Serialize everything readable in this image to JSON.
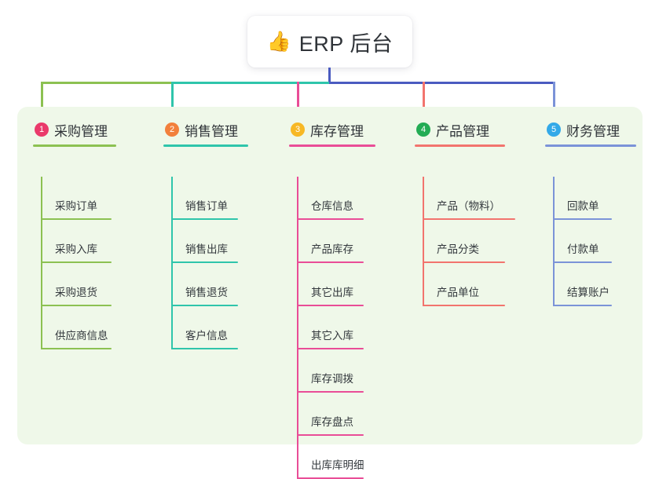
{
  "diagram": {
    "type": "org-chart",
    "title_card": {
      "icon": "thumbs-up-emoji",
      "icon_glyph": "👍",
      "text": "ERP 后台"
    },
    "panel_color": "#eff8e9",
    "page_background": "#ffffff",
    "root_connector_color": "#4a5bc0",
    "columns": [
      {
        "number": "1",
        "title": "采购管理",
        "badge_color": "#ea3a6b",
        "line_color": "#8cc152",
        "items": [
          {
            "label": "采购订单"
          },
          {
            "label": "采购入库"
          },
          {
            "label": "采购退货"
          },
          {
            "label": "供应商信息"
          }
        ]
      },
      {
        "number": "2",
        "title": "销售管理",
        "badge_color": "#f2803c",
        "line_color": "#2fc5ab",
        "items": [
          {
            "label": "销售订单"
          },
          {
            "label": "销售出库"
          },
          {
            "label": "销售退货"
          },
          {
            "label": "客户信息"
          }
        ]
      },
      {
        "number": "3",
        "title": "库存管理",
        "badge_color": "#f7b825",
        "line_color": "#e94d97",
        "items": [
          {
            "label": "仓库信息"
          },
          {
            "label": "产品库存"
          },
          {
            "label": "其它出库"
          },
          {
            "label": "其它入库"
          },
          {
            "label": "库存调拨"
          },
          {
            "label": "库存盘点"
          },
          {
            "label": "出库库明细"
          }
        ]
      },
      {
        "number": "4",
        "title": "产品管理",
        "badge_color": "#23ac54",
        "line_color": "#f2746e",
        "items": [
          {
            "label": "产品（物料）"
          },
          {
            "label": "产品分类"
          },
          {
            "label": "产品单位"
          }
        ]
      },
      {
        "number": "5",
        "title": "财务管理",
        "badge_color": "#33a9e8",
        "line_color": "#7b93d8",
        "items": [
          {
            "label": "回款单"
          },
          {
            "label": "付款单"
          },
          {
            "label": "结算账户"
          }
        ]
      }
    ]
  }
}
